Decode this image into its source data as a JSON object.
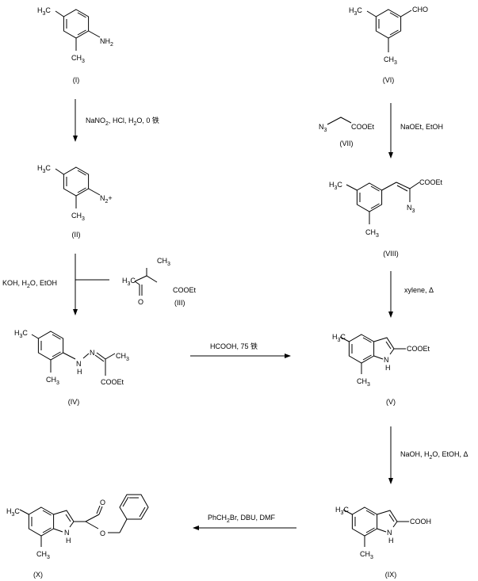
{
  "compounds": {
    "I": {
      "label": "(I)",
      "sub_h3c": "H3C",
      "sub_ch3": "CH3",
      "sub_n": "NH2"
    },
    "II": {
      "label": "(II)",
      "sub_h3c": "H3C",
      "sub_ch3": "CH3",
      "sub_n": "N2+"
    },
    "III": {
      "label": "(III)",
      "h3c": "H3C",
      "ch3": "CH3",
      "o": "O",
      "cooet": "COOEt"
    },
    "IV": {
      "label": "(IV)",
      "h3c": "H3C",
      "ch3": "CH3",
      "n": "N",
      "nh_n": "N",
      "nh_h": "H",
      "ch3b": "CH3",
      "cooet": "COOEt"
    },
    "V": {
      "label": "(V)",
      "h3c": "H3C",
      "ch3": "CH3",
      "n": "N",
      "h": "H",
      "sub": "COOEt"
    },
    "VI": {
      "label": "(VI)",
      "h3c": "H3C",
      "ch3": "CH3",
      "cho": "CHO"
    },
    "VII": {
      "label": "(VII)",
      "n3": "N3",
      "cooet": "COOEt"
    },
    "VIII": {
      "label": "(VIII)",
      "h3c": "H3C",
      "ch3": "CH3",
      "n3": "N3",
      "cooet": "COOEt"
    },
    "IX": {
      "label": "(IX)",
      "h3c": "H3C",
      "ch3": "CH3",
      "n": "N",
      "h": "H",
      "sub": "COOH"
    },
    "X": {
      "label": "(X)",
      "h3c": "H3C",
      "ch3": "CH3",
      "n": "N",
      "h": "H",
      "o1": "O",
      "o2": "O"
    }
  },
  "reagents": {
    "step1": "NaNO2, HCl, H2O, 0 铁",
    "step2": "KOH, H2O, EtOH",
    "step3": "HCOOH, 75 铁",
    "step4": "NaOEt, EtOH",
    "step5": "xylene, Δ",
    "step6": "NaOH, H2O, EtOH, Δ",
    "step7": "PhCH2Br, DBU, DMF"
  }
}
